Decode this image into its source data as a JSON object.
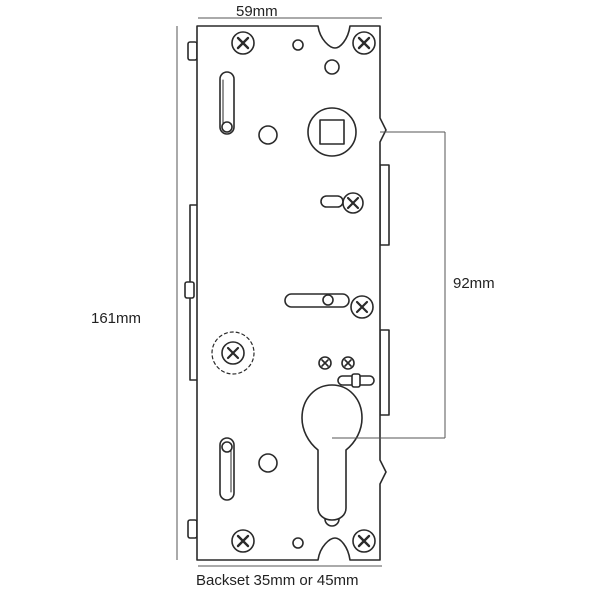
{
  "dimensions": {
    "width": "59mm",
    "height": "161mm",
    "centres": "92mm",
    "backset": "Backset 35mm or 45mm"
  },
  "colors": {
    "line": "#2a2a2a",
    "dimension_line": "#555555",
    "plate_fill": "#ffffff",
    "hole_fill": "#ffffff"
  }
}
